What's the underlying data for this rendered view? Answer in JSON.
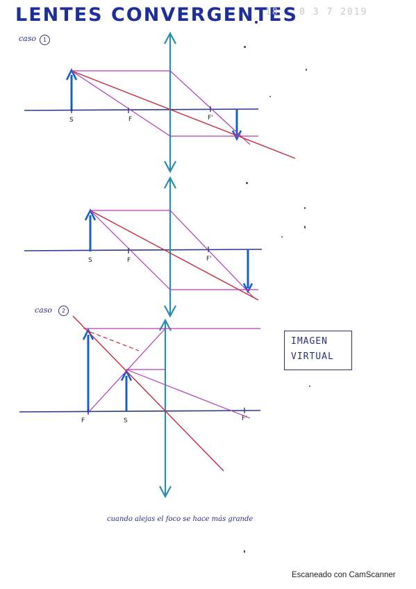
{
  "title": "LENTES CONVERGENTES",
  "ghost_text": "18 · 0 3 7  2019",
  "case1": {
    "label": "caso",
    "number": "1"
  },
  "case2": {
    "label": "caso",
    "number": "2"
  },
  "diagram1": {
    "object_label": "S",
    "focus_left": "F",
    "focus_right": "F'"
  },
  "diagram2": {
    "object_label": "S",
    "focus_left": "F",
    "focus_right": "F'"
  },
  "diagram3": {
    "focus_left": "F",
    "object_label": "S",
    "focus_right": "F'"
  },
  "virtual_box": {
    "line1": "IMAGEN",
    "line2": "VIRTUAL"
  },
  "footnote": "cuando alejas el foco se hace más grande",
  "watermark": "Escaneado con CamScanner",
  "colors": {
    "ink_blue": "#1f2f9a",
    "axis": "#2b3a8c",
    "lens": "#2a8bb5",
    "object_arrow": "#1560c9",
    "ray_red": "#c8283a",
    "ray_magenta": "#b23ab8"
  }
}
